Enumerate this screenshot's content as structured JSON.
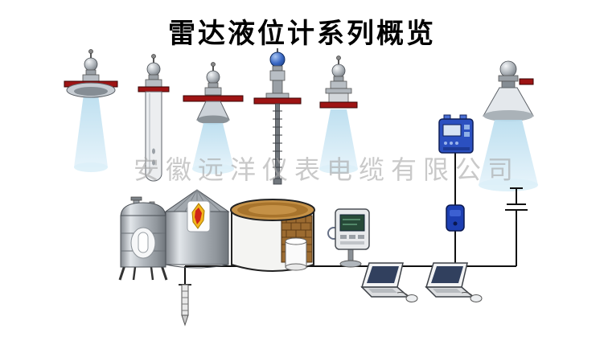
{
  "title": "雷达液位计系列概览",
  "watermark": "安徽远洋仪表电缆有限公司",
  "colors": {
    "beam_blue": "#cfe7f3",
    "flange_red": "#9e1414",
    "device_blue": "#2b50c0",
    "junction_blue": "#1d3fb2",
    "tank_metal": "#b4b9be",
    "tank_contents_brown": "#c59146",
    "wire_black": "#111111",
    "watermark_gray": "#a6a6a6"
  },
  "components": {
    "radar_gauges": [
      "parabolic-antenna-radar",
      "tube-antenna-radar",
      "horn-antenna-radar",
      "guided-wave-cable-radar",
      "rod-antenna-radar",
      "large-horn-antenna-radar"
    ],
    "field_devices": [
      "remote-display-transmitter",
      "junction-box",
      "field-indicator",
      "level-probe"
    ],
    "tanks": [
      "storage-tank-small",
      "cone-roof-tank",
      "open-top-tank"
    ],
    "workstations": [
      "laptop-workstation-1",
      "laptop-workstation-2"
    ]
  }
}
